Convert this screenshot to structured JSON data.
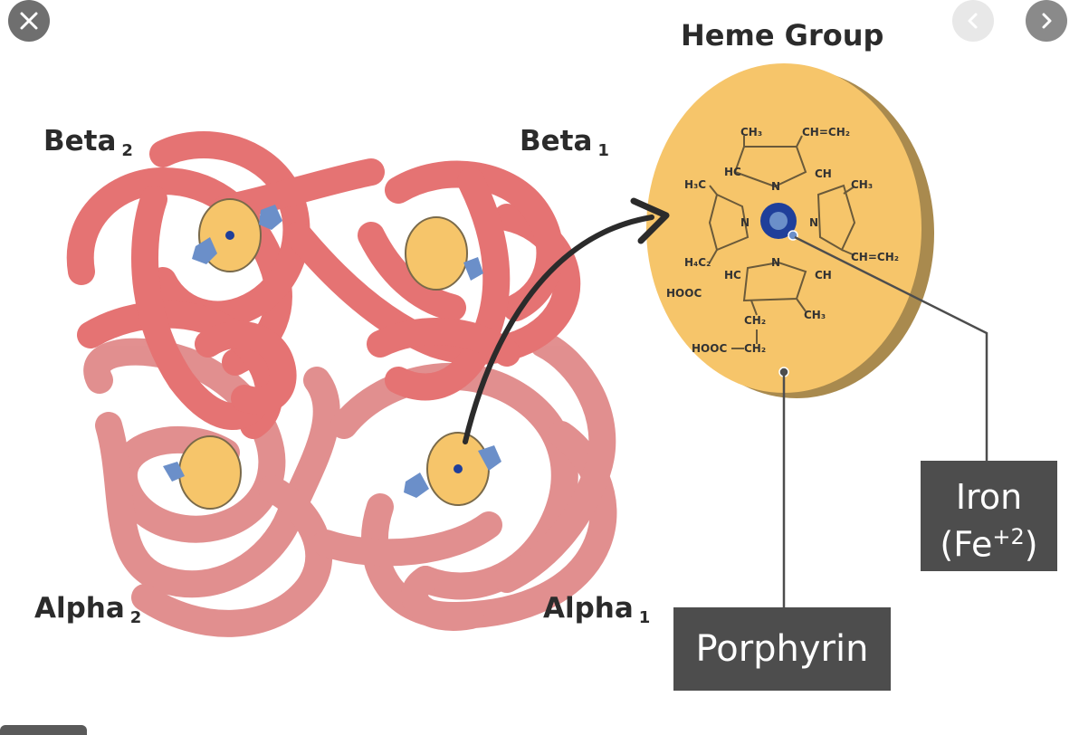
{
  "controls": {
    "close_icon": "close-icon",
    "prev_icon": "chevron-left-icon",
    "next_icon": "chevron-right-icon"
  },
  "labels": {
    "beta2": {
      "text": "Beta",
      "sub": "2"
    },
    "beta1": {
      "text": "Beta",
      "sub": "1"
    },
    "alpha2": {
      "text": "Alpha",
      "sub": "2"
    },
    "alpha1": {
      "text": "Alpha",
      "sub": "1"
    },
    "heme_title": "Heme Group",
    "iron_line1": "Iron",
    "iron_line2": "(Fe",
    "iron_sup": "+2",
    "iron_close": ")",
    "porphyrin": "Porphyrin"
  },
  "formula": {
    "ch3_top": "CH₃",
    "ch_ch2_top": "CH=CH₂",
    "hc_top": "HC",
    "ch_top": "CH",
    "h3c": "H₃C",
    "ch3_right": "CH₃",
    "n_top": "N",
    "n_left": "N",
    "n_right": "N",
    "n_bottom": "N",
    "ch_ch2_right": "CH=CH₂",
    "h4c2": "H₄C₂",
    "hc_bottom": "HC",
    "ch_bottom": "CH",
    "hooc_left": "HOOC",
    "ch2_bottom": "CH₂",
    "ch3_bottom": "CH₃",
    "hooc_bottom": "HOOC",
    "ch2_end": "CH₂"
  },
  "colors": {
    "protein": "#e57373",
    "heme_disc": "#f6c56a",
    "heme_edge": "#a98a4e",
    "iron": "#1f3f9a",
    "box": "#4d4d4d"
  }
}
